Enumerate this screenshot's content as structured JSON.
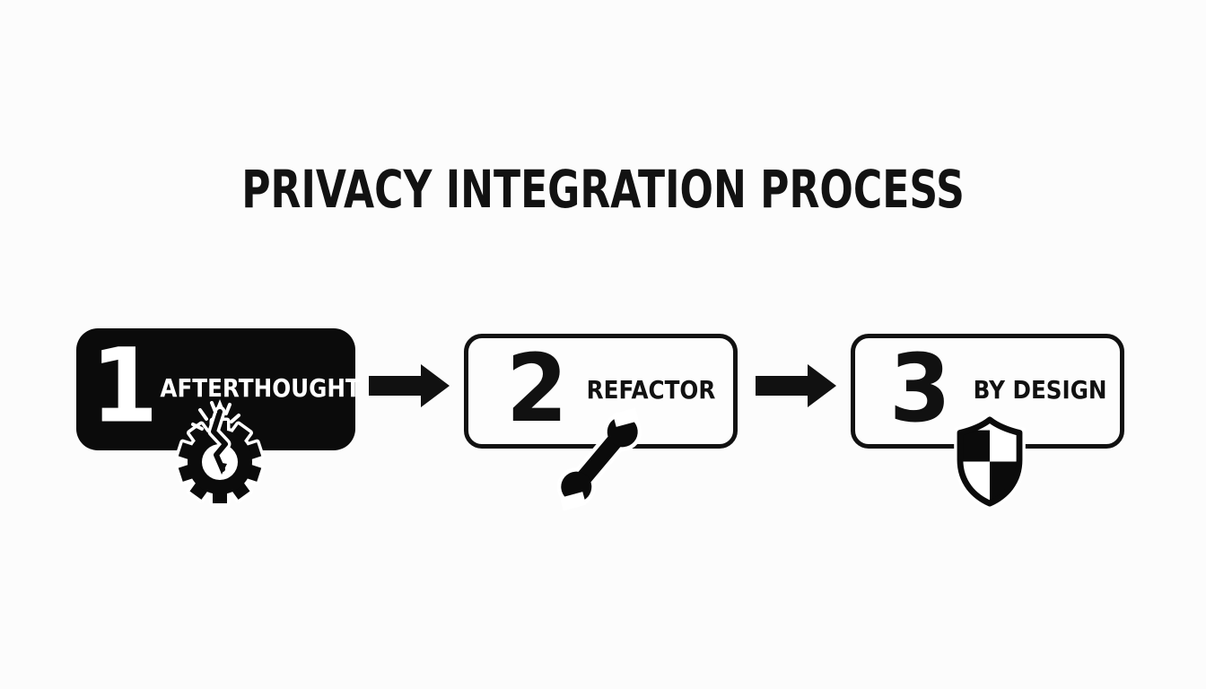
{
  "title": "PRIVACY INTEGRATION PROCESS",
  "steps": [
    {
      "number": "1",
      "label": "AFTERTHOUGHT",
      "icon": "broken-gear-icon",
      "style": "inverted"
    },
    {
      "number": "2",
      "label": "REFACTOR",
      "icon": "wrench-icon",
      "style": "outlined"
    },
    {
      "number": "3",
      "label": "BY DESIGN",
      "icon": "shield-checkered-icon",
      "style": "outlined"
    }
  ],
  "connectors": {
    "type": "right-arrow",
    "count": 2
  },
  "colors": {
    "ink": "#111111",
    "background": "#fcfcfc",
    "step1_background": "#0b0b0b",
    "step1_text": "#ffffff"
  }
}
